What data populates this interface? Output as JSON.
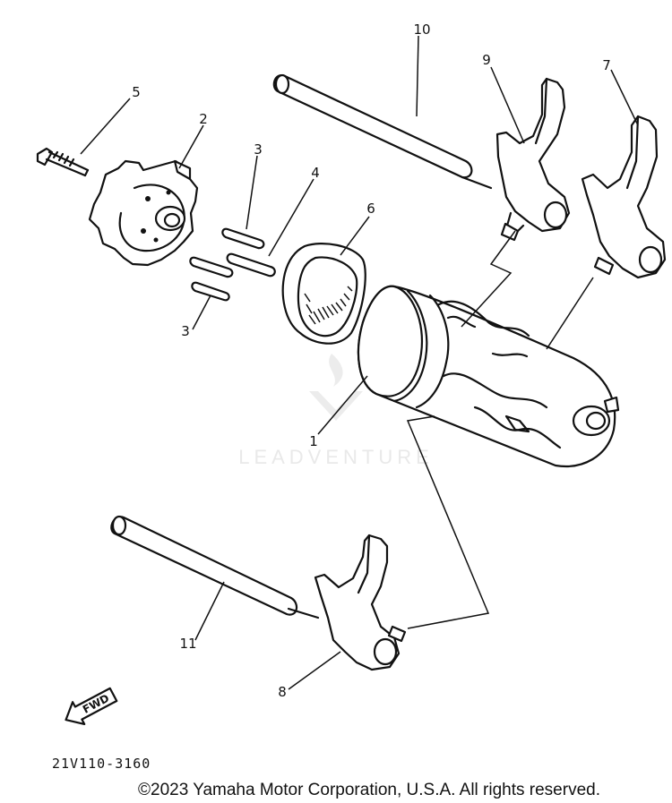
{
  "diagram": {
    "callouts": {
      "c1": "1",
      "c2": "2",
      "c3a": "3",
      "c3b": "3",
      "c4": "4",
      "c5": "5",
      "c6": "6",
      "c7": "7",
      "c8": "8",
      "c9": "9",
      "c10": "10",
      "c11": "11"
    },
    "direction_arrow": "FWD",
    "part_number": "21V110-3160",
    "watermark": "LEADVENTURE",
    "copyright": "©2023 Yamaha Motor Corporation, U.S.A. All rights reserved."
  }
}
